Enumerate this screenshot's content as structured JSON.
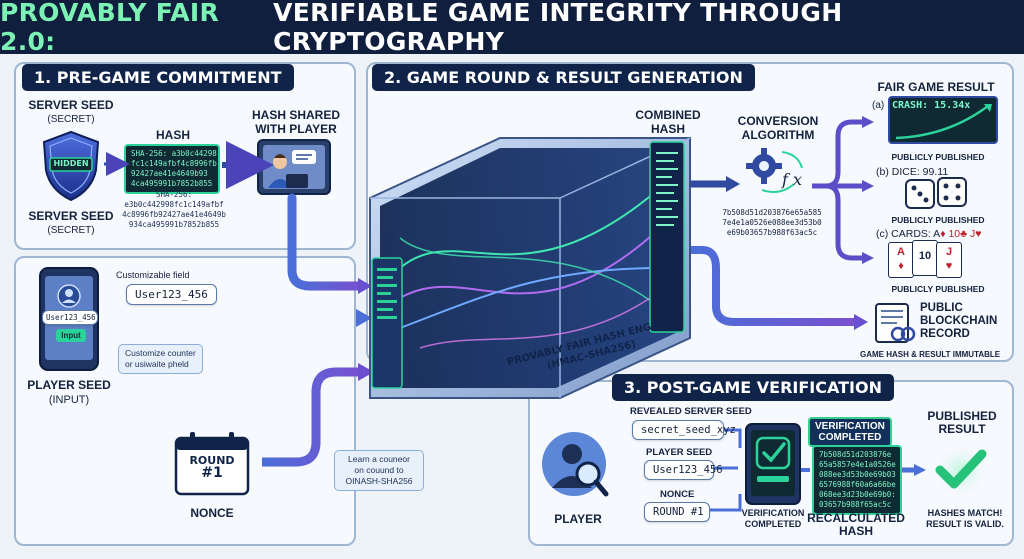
{
  "title": {
    "part1": "PROVABLY FAIR 2.0:",
    "part2": "VERIFIABLE GAME INTEGRITY THROUGH CRYPTOGRAPHY"
  },
  "sections": {
    "pre_game": "1. PRE-GAME COMMITMENT",
    "game_round": "2. GAME ROUND & RESULT GENERATION",
    "post_game": "3. POST-GAME VERIFICATION"
  },
  "server_seed": {
    "label_top": "SERVER SEED",
    "sub_top": "(SECRET)",
    "shield_text": "HIDDEN",
    "label_bottom": "SERVER SEED",
    "sub_bottom": "(SECRET)"
  },
  "hash": {
    "label": "HASH",
    "box_lines": [
      "SHA-256: a3b0c44298",
      "fc1c149afbf4c8996fb",
      "92427ae41e4649b93",
      "4ca495991b7852b855"
    ],
    "caption_lines": [
      "SHA-256:",
      "e3b0c442998fc1c149afbf",
      "4c8996fb92427ae41e4649b",
      "934ca495991b7852b855"
    ]
  },
  "hash_shared": {
    "line1": "HASH SHARED",
    "line2": "WITH PLAYER"
  },
  "player_seed": {
    "field_label": "Customizable field",
    "field_value": "User123_456",
    "phone_value": "User123_456",
    "phone_button": "Input",
    "note_lines": [
      "Customize counter",
      "or usiwaite pheld"
    ],
    "label": "PLAYER SEED",
    "sub": "(INPUT)"
  },
  "nonce": {
    "calendar_line1": "ROUND",
    "calendar_line2": "#1",
    "label": "NONCE",
    "note_lines": [
      "Learn a couneor",
      "on couund to",
      "OINASH-SHA256"
    ]
  },
  "engine": {
    "line1": "PROVABLY FAIR HASH ENGINE",
    "line2": "(HMAC-SHA256)"
  },
  "combined_hash": {
    "line1": "COMBINED",
    "line2": "HASH"
  },
  "conversion": {
    "line1": "CONVERSION",
    "line2": "ALGORITHM",
    "formula": "f x",
    "hash_lines": [
      "7b508d51d203876e65a585",
      "7e4e1a0526e088ee3d53b0",
      "e69b03657b988f63ac5c"
    ]
  },
  "results": {
    "title": "FAIR GAME RESULT",
    "crash": {
      "prefix": "(a)",
      "text": "CRASH: 15.34x",
      "caption": "PUBLICLY PUBLISHED"
    },
    "dice": {
      "text": "(b) DICE: 99.11",
      "caption": "PUBLICLY PUBLISHED"
    },
    "cards": {
      "text": "(c) CARDS: A",
      "suits": "♦ 10♣ J♥",
      "caption": "PUBLICLY PUBLISHED",
      "card1_rank": "A",
      "card1_suit": "♦",
      "card2_rank": "10",
      "card3_rank": "J",
      "card3_suit": "♥"
    }
  },
  "blockchain": {
    "line1": "PUBLIC",
    "line2": "BLOCKCHAIN",
    "line3": "RECORD",
    "caption": "GAME HASH & RESULT IMMUTABLE"
  },
  "verification": {
    "revealed_label": "REVEALED SERVER SEED",
    "revealed_value": "secret_seed_xyz",
    "player_seed_label": "PLAYER SEED",
    "player_seed_value": "User123_456",
    "nonce_label": "NONCE",
    "nonce_value": "ROUND #1",
    "player_label": "PLAYER",
    "badge_line1": "VERIFICATION",
    "badge_line2": "COMPLETED",
    "device_line1": "VERIFICATION",
    "device_line2": "COMPLETED",
    "recalc_lines": [
      "7b508d51d203876e",
      "65a5857e4e1a0526e",
      "088ee3d53b0e69b03",
      "6576988f60a6a66be",
      "068ee3d23b0e69b0:",
      "03657b988f65ac5c"
    ],
    "recalc_label_1": "RECALCULATED",
    "recalc_label_2": "HASH",
    "published_label_1": "PUBLISHED",
    "published_label_2": "RESULT",
    "match_line1": "HASHES MATCH!",
    "match_line2": "RESULT IS VALID."
  },
  "colors": {
    "navy": "#0f1f3d",
    "mint": "#7cf3b4",
    "accent": "#2bd39b",
    "arrow": "#5b4fc9",
    "panel_border": "#9fb6d4"
  }
}
